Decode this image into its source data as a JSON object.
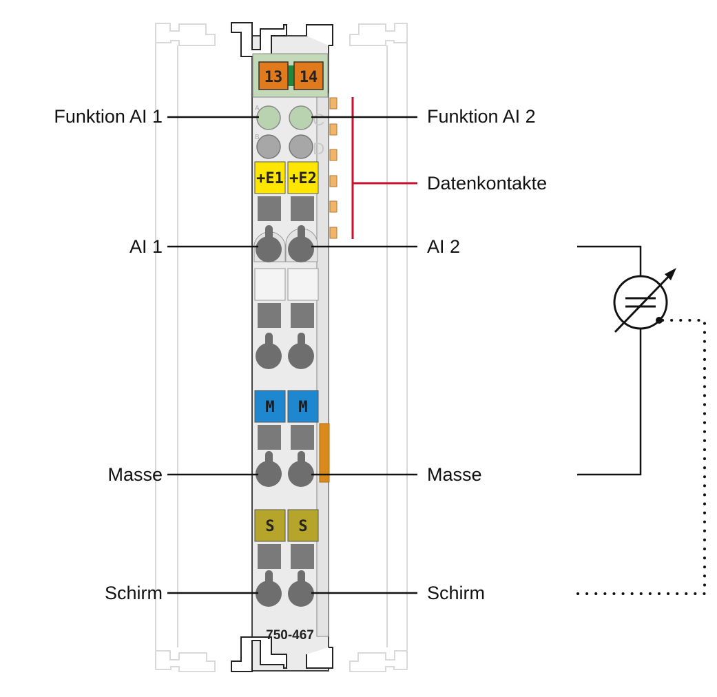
{
  "module": {
    "top_connector": {
      "left": "13",
      "right": "14"
    },
    "led_letters": [
      "A",
      "B",
      "C",
      "D"
    ],
    "supply_tags": [
      "+E1",
      "+E2"
    ],
    "ground_tags": [
      "M",
      "M"
    ],
    "shield_tags": [
      "S",
      "S"
    ],
    "part_number": "750-467"
  },
  "labels": {
    "funktion_ai1": "Funktion AI 1",
    "funktion_ai2": "Funktion AI 2",
    "datenkontakte": "Datenkontakte",
    "ai1": "AI 1",
    "ai2": "AI 2",
    "masse_left": "Masse",
    "masse_right": "Masse",
    "schirm_left": "Schirm",
    "schirm_right": "Schirm"
  },
  "colors": {
    "module_body": "#ebebeb",
    "connector_orange": "#e07a1c",
    "connector_green": "#1e8a3a",
    "led_green": "#b9d3b0",
    "led_gray": "#a7a7a7",
    "supply_yellow": "#ffe600",
    "ground_blue": "#1f87d0",
    "shield_olive": "#b5a52a",
    "data_contacts_red": "#c8102e",
    "contact_orange": "#f0b46a"
  },
  "icons": [
    "adjustable-sensor-icon"
  ]
}
